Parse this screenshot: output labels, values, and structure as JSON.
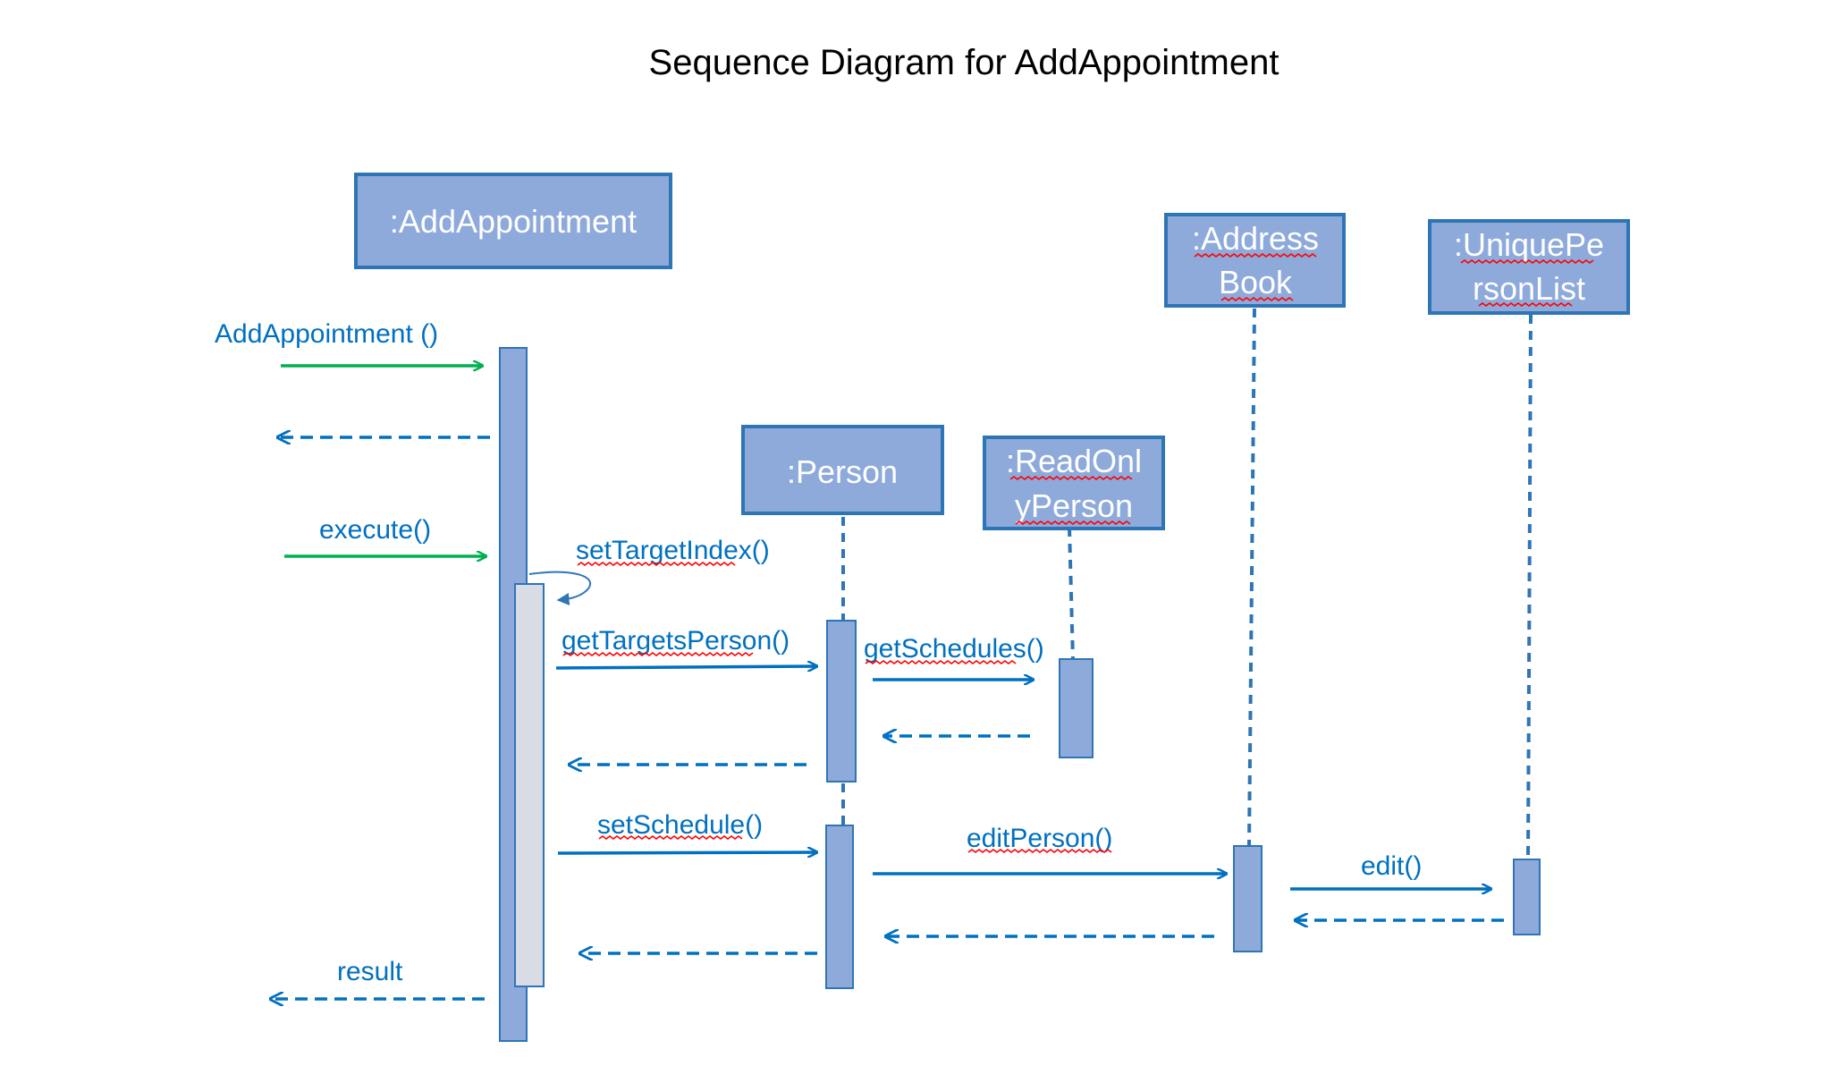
{
  "title": "Sequence Diagram for AddAppointment",
  "colors": {
    "box_fill": "#8eaadb",
    "box_stroke": "#2e75b6",
    "activation_inner_fill": "#d9dce5",
    "message": "#0070c0",
    "found_message": "#00b050",
    "spellcheck_underline": "#ff0000"
  },
  "lifelines": [
    {
      "id": "addAppointment",
      "label_lines": [
        ":AddAppointment"
      ]
    },
    {
      "id": "person",
      "label_lines": [
        ":Person"
      ]
    },
    {
      "id": "readOnlyPerson",
      "label_lines": [
        ":ReadOnl",
        "yPerson"
      ]
    },
    {
      "id": "addressBook",
      "label_lines": [
        ":Address",
        "Book"
      ]
    },
    {
      "id": "uniquePersonList",
      "label_lines": [
        ":UniquePe",
        "rsonList"
      ]
    }
  ],
  "messages": [
    {
      "id": "m1",
      "label": "AddAppointment ()",
      "kind": "found",
      "to": "addAppointment"
    },
    {
      "id": "m2",
      "label": "",
      "kind": "return",
      "from": "addAppointment"
    },
    {
      "id": "m3",
      "label": "execute()",
      "kind": "found",
      "to": "addAppointment"
    },
    {
      "id": "m4",
      "label": "setTargetIndex()",
      "kind": "self",
      "from": "addAppointment"
    },
    {
      "id": "m5",
      "label": "getTargetsPerson()",
      "kind": "call",
      "from": "addAppointment",
      "to": "person"
    },
    {
      "id": "m6",
      "label": "getSchedules()",
      "kind": "call",
      "from": "person",
      "to": "readOnlyPerson"
    },
    {
      "id": "m7",
      "label": "",
      "kind": "return",
      "from": "readOnlyPerson",
      "to": "person"
    },
    {
      "id": "m8",
      "label": "",
      "kind": "return",
      "from": "person",
      "to": "addAppointment"
    },
    {
      "id": "m9",
      "label": "setSchedule()",
      "kind": "call",
      "from": "addAppointment",
      "to": "person"
    },
    {
      "id": "m10",
      "label": "editPerson()",
      "kind": "call",
      "from": "person",
      "to": "addressBook"
    },
    {
      "id": "m11",
      "label": "edit()",
      "kind": "call",
      "from": "addressBook",
      "to": "uniquePersonList"
    },
    {
      "id": "m12",
      "label": "",
      "kind": "return",
      "from": "uniquePersonList",
      "to": "addressBook"
    },
    {
      "id": "m13",
      "label": "",
      "kind": "return",
      "from": "addressBook",
      "to": "person"
    },
    {
      "id": "m14",
      "label": "",
      "kind": "return",
      "from": "person",
      "to": "addAppointment"
    },
    {
      "id": "m15",
      "label": "result",
      "kind": "return",
      "from": "addAppointment"
    }
  ]
}
